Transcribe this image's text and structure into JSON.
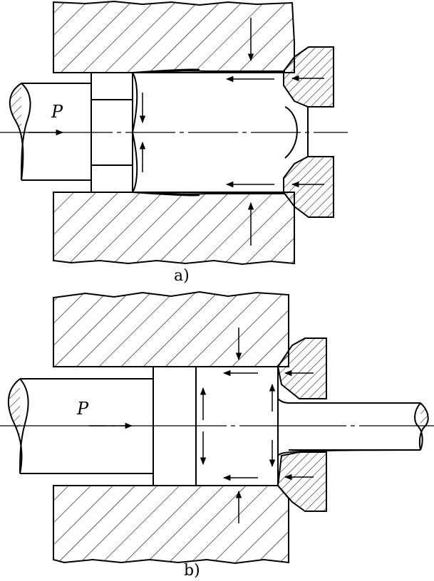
{
  "figure": {
    "background": "#ffffff",
    "ink": "#000000",
    "panels": [
      {
        "id": "a",
        "caption": "a)",
        "force_label": "P"
      },
      {
        "id": "b",
        "caption": "b)",
        "force_label": "P"
      }
    ]
  }
}
